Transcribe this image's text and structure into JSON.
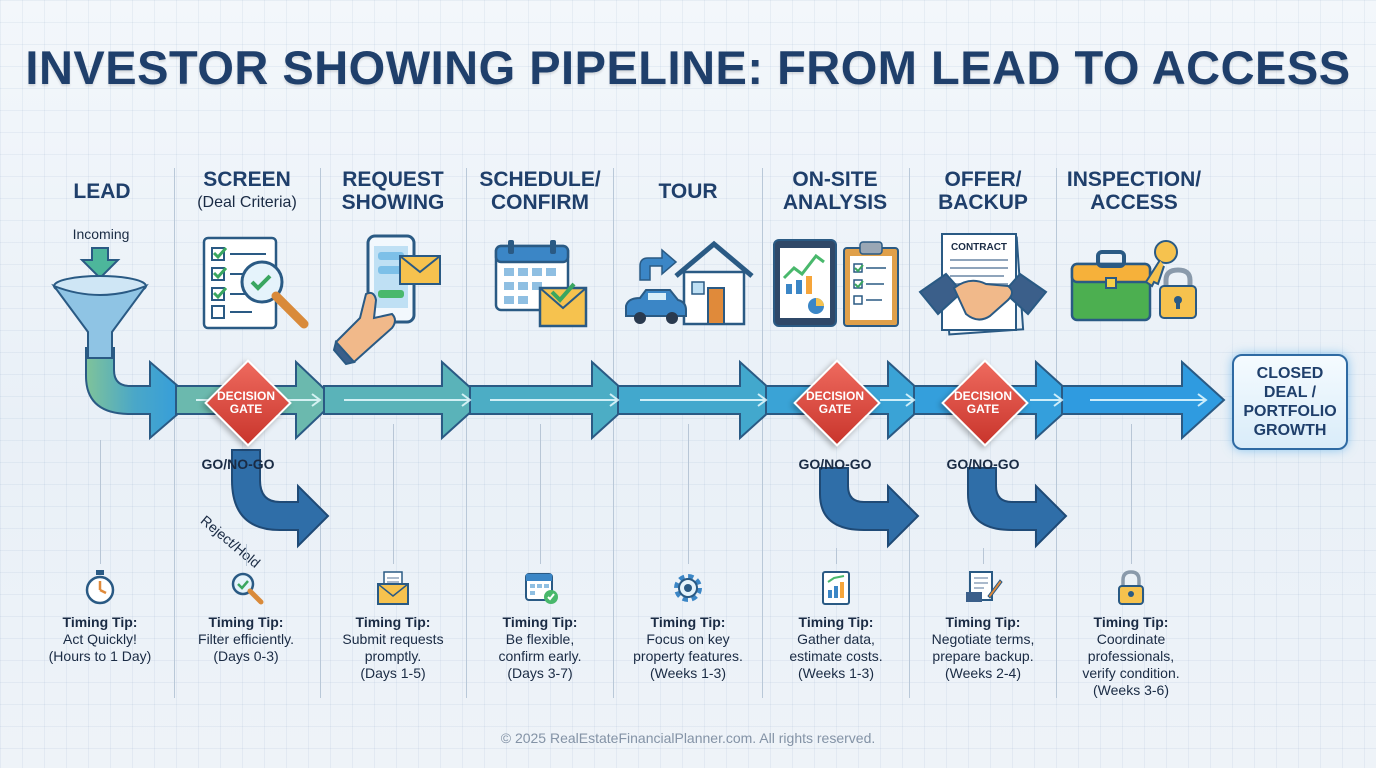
{
  "title": "INVESTOR SHOWING PIPELINE: FROM LEAD TO ACCESS",
  "lead_incoming_label": "Incoming",
  "stages": [
    {
      "title": "LEAD",
      "icon": "funnel-icon"
    },
    {
      "title": "SCREEN",
      "subtitle": "(Deal Criteria)",
      "icon": "checklist-magnifier-icon"
    },
    {
      "title_line1": "REQUEST",
      "title_line2": "SHOWING",
      "icon": "phone-message-icon"
    },
    {
      "title_line1": "SCHEDULE/",
      "title_line2": "CONFIRM",
      "icon": "calendar-envelope-icon"
    },
    {
      "title": "TOUR",
      "icon": "car-house-icon"
    },
    {
      "title_line1": "ON-SITE",
      "title_line2": "ANALYSIS",
      "icon": "tablet-clipboard-icon"
    },
    {
      "title_line1": "OFFER/",
      "title_line2": "BACKUP",
      "icon": "contract-handshake-icon",
      "contract_label": "CONTRACT"
    },
    {
      "title_line1": "INSPECTION/",
      "title_line2": "ACCESS",
      "icon": "toolbox-key-lock-icon"
    }
  ],
  "decision_gates": [
    {
      "line1": "DECISION",
      "line2": "GATE",
      "outcome": "GO/NO-GO"
    },
    {
      "line1": "DECISION",
      "line2": "GATE",
      "outcome": "GO/NO-GO"
    },
    {
      "line1": "DECISION",
      "line2": "GATE",
      "outcome": "GO/NO-GO"
    }
  ],
  "reject_label": "Reject/Hold",
  "end_box": {
    "line1": "CLOSED",
    "line2": "DEAL /",
    "line3": "PORTFOLIO",
    "line4": "GROWTH"
  },
  "timing_tips": [
    {
      "title": "Timing Tip:",
      "lines": [
        "Act Quickly!",
        "(Hours to 1 Day)"
      ],
      "icon": "stopwatch-icon"
    },
    {
      "title": "Timing Tip:",
      "lines": [
        "Filter efficiently.",
        "(Days 0-3)"
      ],
      "icon": "magnifier-icon"
    },
    {
      "title": "Timing Tip:",
      "lines": [
        "Submit requests",
        "promptly.",
        "(Days 1-5)"
      ],
      "icon": "envelope-icon"
    },
    {
      "title": "Timing Tip:",
      "lines": [
        "Be flexible,",
        "confirm early.",
        "(Days 3-7)"
      ],
      "icon": "calendar-check-icon"
    },
    {
      "title": "Timing Tip:",
      "lines": [
        "Focus on key",
        "property features.",
        "(Weeks 1-3)"
      ],
      "icon": "gear-icon"
    },
    {
      "title": "Timing Tip:",
      "lines": [
        "Gather data,",
        "estimate costs.",
        "(Weeks 1-3)"
      ],
      "icon": "chart-report-icon"
    },
    {
      "title": "Timing Tip:",
      "lines": [
        "Negotiate terms,",
        "prepare backup.",
        "(Weeks 2-4)"
      ],
      "icon": "contract-pen-icon"
    },
    {
      "title": "Timing Tip:",
      "lines": [
        "Coordinate",
        "professionals,",
        "verify condition.",
        "(Weeks 3-6)"
      ],
      "icon": "padlock-icon"
    }
  ],
  "colors": {
    "title": "#1f3f6b",
    "gate": "#d9443a",
    "arrow_start": "#7fc39a",
    "arrow_end": "#2f9be0"
  },
  "footer": "© 2025 RealEstateFinancialPlanner.com. All rights reserved."
}
